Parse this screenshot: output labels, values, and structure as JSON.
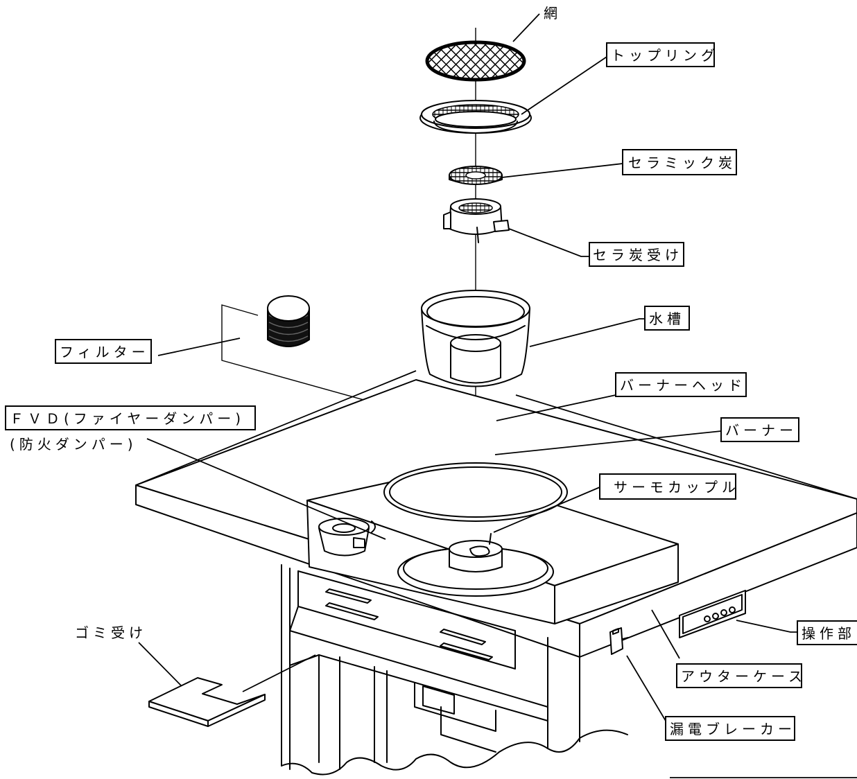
{
  "labels": {
    "net": "網",
    "top_ring": "トップリング",
    "ceramic_charcoal": "セラミック炭",
    "ceramic_charcoal_holder": "セラ炭受け",
    "water_tank": "水槽",
    "filter": "フィルター",
    "burner_head": "バーナーヘッド",
    "fvd": "ＦＶＤ(ファイヤーダンパー)",
    "fire_damper": "(防火ダンパー)",
    "burner": "バーナー",
    "thermocouple": "サーモカップル",
    "dust_tray": "ゴミ受け",
    "control_panel": "操作部",
    "outer_case": "アウターケース",
    "earth_leakage_breaker": "漏電ブレーカー"
  }
}
